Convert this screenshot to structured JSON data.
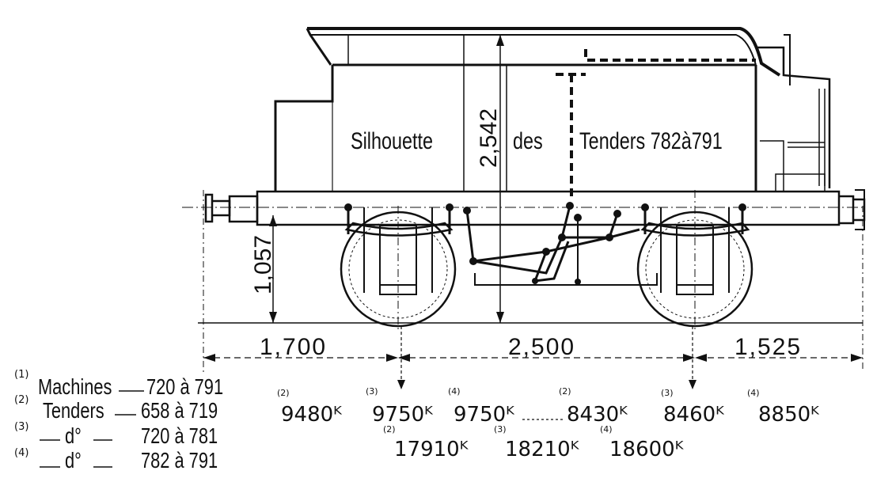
{
  "title": {
    "word1": "Silhouette",
    "word2": "des",
    "word3": "Tenders 782à791"
  },
  "dimensions": {
    "height_total": "2,542",
    "height_frame": "1,057",
    "front_overhang": "1,700",
    "wheelbase": "2,500",
    "rear_overhang": "1,525"
  },
  "legend": [
    {
      "marker": "(1)",
      "label": "Machines",
      "range": "720 à 791"
    },
    {
      "marker": "(2)",
      "label": "Tenders",
      "range": "658 à 719"
    },
    {
      "marker": "(3)",
      "label": "d°",
      "range": "720 à 781"
    },
    {
      "marker": "(4)",
      "label": "d°",
      "range": "782 à 791"
    }
  ],
  "axle_loads": {
    "front": [
      {
        "marker": "(2)",
        "value": "9480ᴷ"
      },
      {
        "marker": "(3)",
        "value": "9750ᴷ"
      },
      {
        "marker": "(4)",
        "value": "9750ᴷ"
      }
    ],
    "rear": [
      {
        "marker": "(2)",
        "value": "8430ᴷ"
      },
      {
        "marker": "(3)",
        "value": "8460ᴷ"
      },
      {
        "marker": "(4)",
        "value": "8850ᴷ"
      }
    ],
    "totals": [
      {
        "marker": "(2)",
        "value": "17910ᴷ"
      },
      {
        "marker": "(3)",
        "value": "18210ᴷ"
      },
      {
        "marker": "(4)",
        "value": "18600ᴷ"
      }
    ]
  }
}
